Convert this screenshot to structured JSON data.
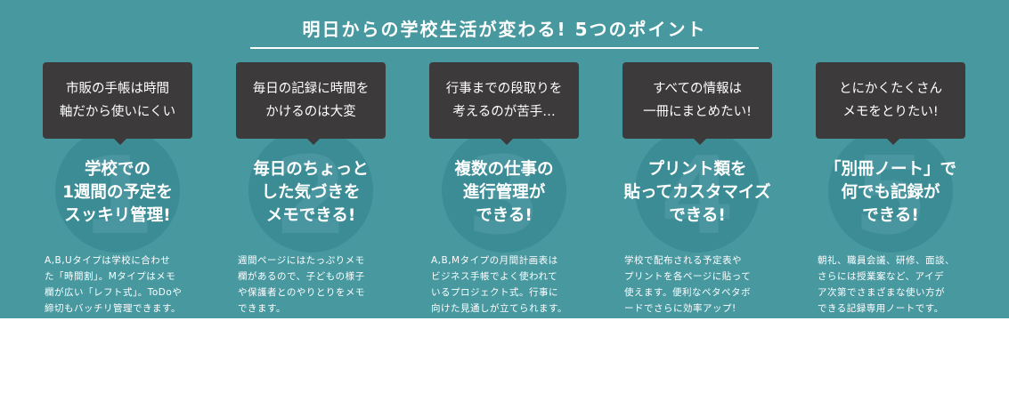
{
  "title": "明日からの学校生活が変わる! 5つのポイント",
  "colors": {
    "banner": "#4898a0",
    "bubble": "#3c3a3a",
    "circle": "#3c8c96",
    "text": "#ffffff"
  },
  "points": [
    {
      "number": "1",
      "problem": [
        "市販の手帳は時間",
        "軸だから使いにくい"
      ],
      "headline": [
        "学校での",
        "1週間の予定を",
        "スッキリ管理!"
      ],
      "description": [
        "A,B,Uタイプは学校に合わせ",
        "た「時間割」。Mタイプはメモ",
        "欄が広い「レフト式」。ToDoや",
        "締切もバッチリ管理できます。"
      ]
    },
    {
      "number": "2",
      "problem": [
        "毎日の記録に時間を",
        "かけるのは大変"
      ],
      "headline": [
        "毎日のちょっと",
        "した気づきを",
        "メモできる!"
      ],
      "description": [
        "週間ページにはたっぷりメモ",
        "欄があるので、子どもの様子",
        "や保護者とのやりとりをメモ",
        "できます。"
      ]
    },
    {
      "number": "3",
      "problem": [
        "行事までの段取りを",
        "考えるのが苦手…"
      ],
      "headline": [
        "複数の仕事の",
        "進行管理が",
        "できる!"
      ],
      "description": [
        "A,B,Mタイプの月間計画表は",
        "ビジネス手帳でよく使われて",
        "いるプロジェクト式。行事に",
        "向けた見通しが立てられます。"
      ]
    },
    {
      "number": "4",
      "problem": [
        "すべての情報は",
        "一冊にまとめたい!"
      ],
      "headline": [
        "プリント類を",
        "貼ってカスタマイズ",
        "できる!"
      ],
      "description": [
        "学校で配布される予定表や",
        "プリントを各ページに貼って",
        "使えます。便利なペタペタボ",
        "ードでさらに効率アップ!"
      ]
    },
    {
      "number": "5",
      "problem": [
        "とにかくたくさん",
        "メモをとりたい!"
      ],
      "headline": [
        "「別冊ノート」で",
        "何でも記録が",
        "できる!"
      ],
      "description": [
        "朝礼、職員会議、研修、面談、",
        "さらには授業案など、アイデ",
        "ア次第でさまざまな使い方が",
        "できる記録専用ノートです。"
      ]
    }
  ]
}
